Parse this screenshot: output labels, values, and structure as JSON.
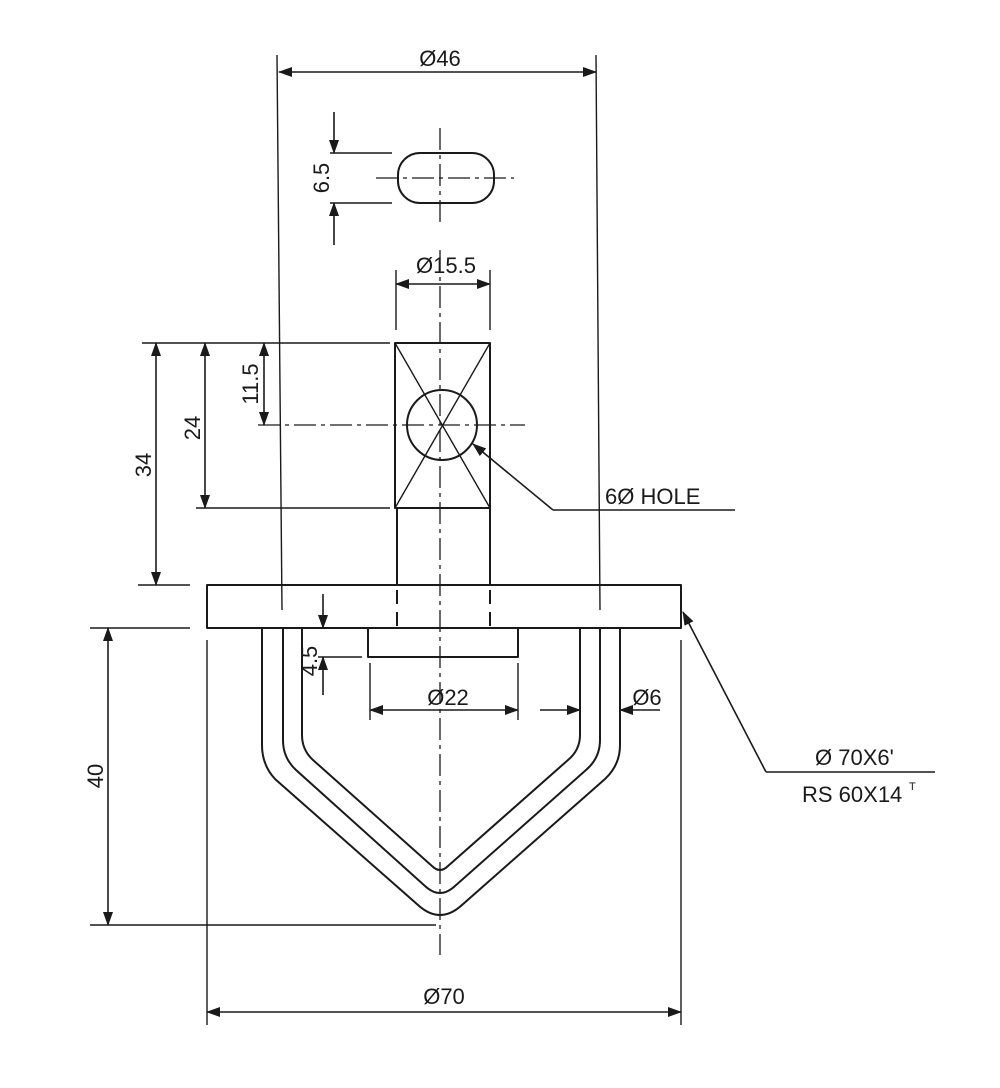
{
  "dimensions": {
    "d46": "Ø46",
    "h6_5": "6.5",
    "d15_5": "Ø15.5",
    "h11_5": "11.5",
    "h24": "24",
    "h34": "34",
    "h4_5": "4.5",
    "d22": "Ø22",
    "d6": "Ø6",
    "h40": "40",
    "d70": "Ø70"
  },
  "notes": {
    "hole": "6Ø  HOLE",
    "flange_line1": "Ø 70X6'",
    "flange_line2": "RS 60X14",
    "flange_line2_sup": "T"
  },
  "colors": {
    "ink": "#1a1a1a",
    "paper": "#ffffff"
  }
}
